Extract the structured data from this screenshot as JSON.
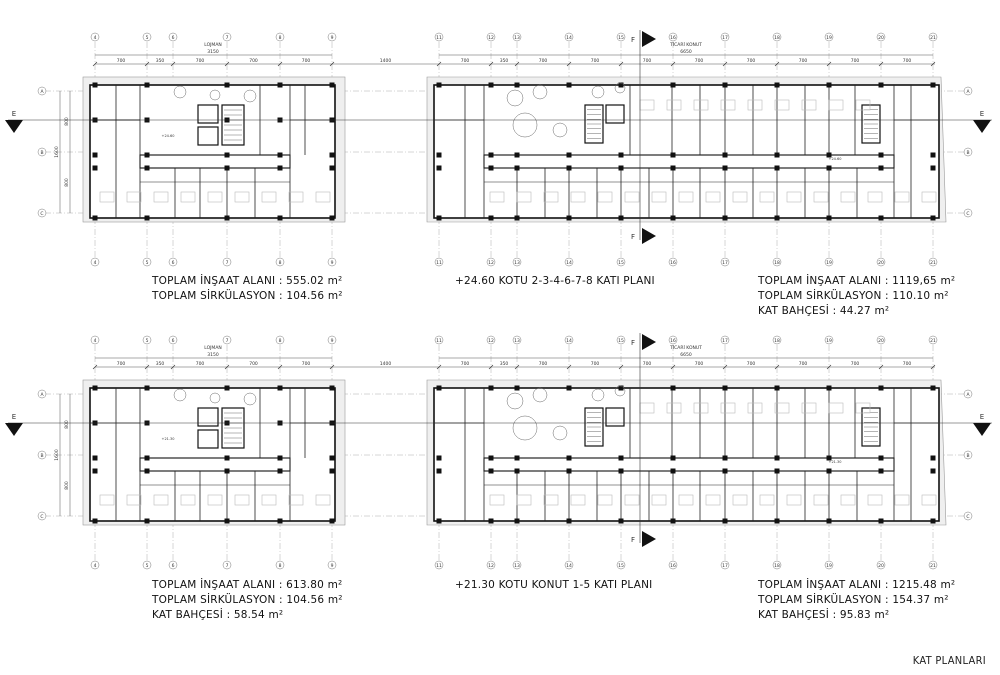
{
  "sheet_title": "KAT PLANLARI",
  "grid_labels": {
    "left_cols": [
      "4",
      "5",
      "6",
      "7",
      "8",
      "9"
    ],
    "right_cols": [
      "11",
      "12",
      "13",
      "14",
      "15",
      "16",
      "17",
      "18",
      "19",
      "20",
      "21"
    ],
    "rows": [
      "A",
      "B",
      "C"
    ]
  },
  "plans": [
    {
      "id": "upper",
      "left_block_name": "LOJMAN",
      "right_block_name": "TİCARİ KONUT",
      "dims": {
        "left_total": "3150",
        "right_total": "6650",
        "gap": "1400",
        "left_segments": [
          "700",
          "350",
          "700",
          "700",
          "700"
        ],
        "right_segments": [
          "700",
          "350",
          "700",
          "700",
          "700",
          "700",
          "700",
          "700",
          "700",
          "700"
        ],
        "vertical_total": "1600",
        "vertical_parts": [
          "800",
          "800"
        ]
      },
      "section_markers": [
        "E",
        "E",
        "F",
        "F"
      ],
      "level_tag": "+24.60",
      "center_caption": "+24.60 KOTU 2-3-4-6-7-8 KATI PLANI",
      "left_stats": [
        "TOPLAM İNŞAAT ALANI : 555.02 m²",
        "TOPLAM SİRKÜLASYON : 104.56 m²"
      ],
      "right_stats": [
        "TOPLAM İNŞAAT ALANI : 1119,65 m²",
        "TOPLAM SİRKÜLASYON : 110.10 m²",
        "KAT BAHÇESİ : 44.27 m²"
      ]
    },
    {
      "id": "lower",
      "left_block_name": "LOJMAN",
      "right_block_name": "TİCARİ KONUT",
      "dims": {
        "left_total": "3150",
        "right_total": "6650",
        "gap": "1400",
        "left_segments": [
          "700",
          "350",
          "700",
          "700",
          "700"
        ],
        "right_segments": [
          "700",
          "350",
          "700",
          "700",
          "700",
          "700",
          "700",
          "700",
          "700",
          "700"
        ],
        "vertical_total": "1600",
        "vertical_parts": [
          "800",
          "800"
        ]
      },
      "section_markers": [
        "E",
        "E",
        "F",
        "F"
      ],
      "level_tag": "+21.30",
      "center_caption": "+21.30 KOTU KONUT 1-5 KATI PLANI",
      "left_stats": [
        "TOPLAM İNŞAAT ALANI : 613.80 m²",
        "TOPLAM SİRKÜLASYON : 104.56 m²",
        "KAT BAHÇESİ : 58.54 m²"
      ],
      "right_stats": [
        "TOPLAM İNŞAAT ALANI : 1215.48 m²",
        "TOPLAM SİRKÜLASYON : 154.37 m²",
        "KAT BAHÇESİ : 95.83 m²"
      ]
    }
  ]
}
